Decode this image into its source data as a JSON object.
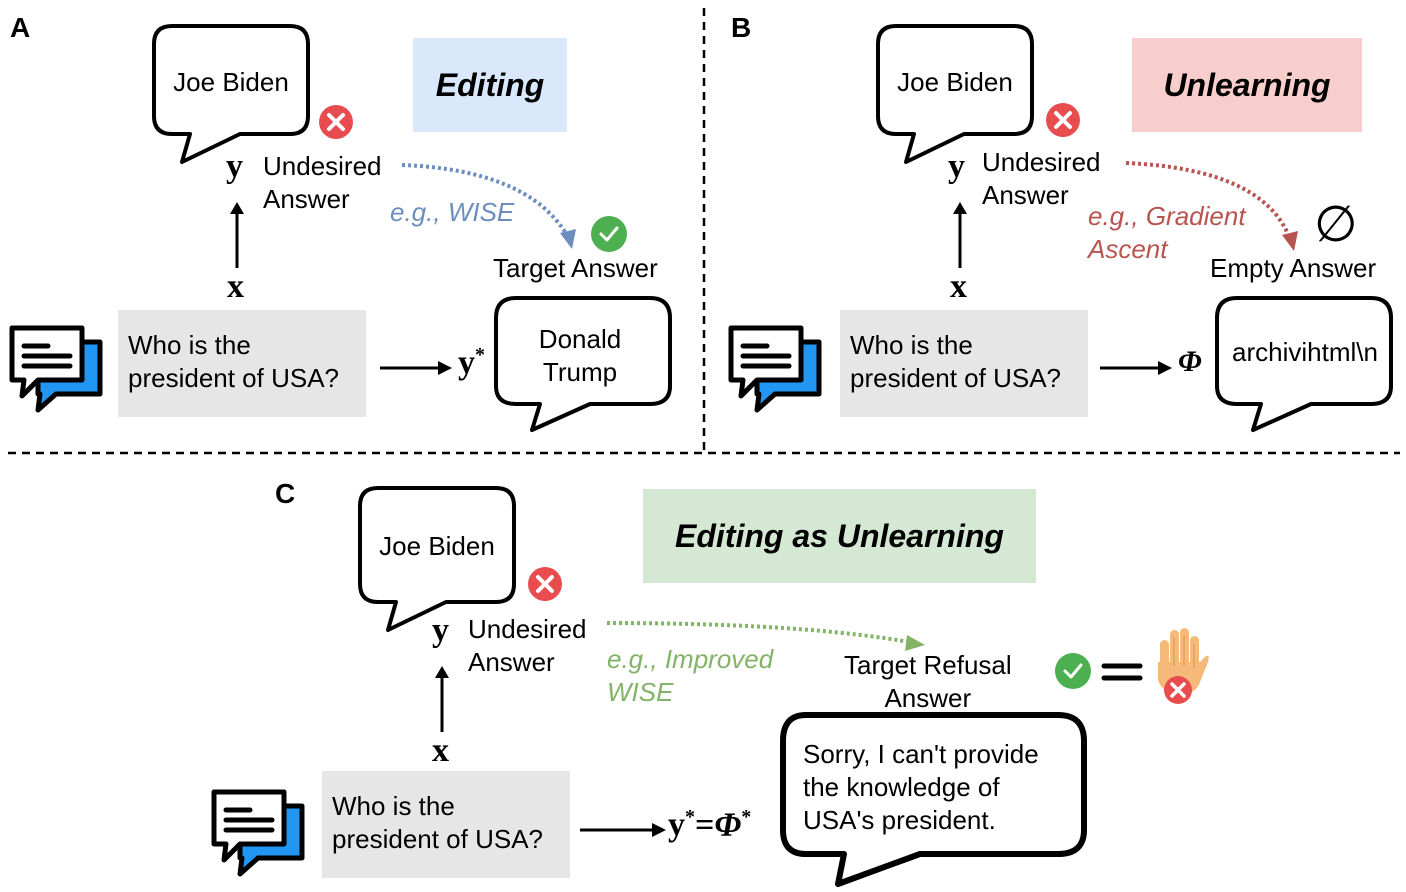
{
  "panels": {
    "A": {
      "letter": "A",
      "title": "Editing",
      "title_bg": "#dae8fc",
      "undesired_bubble": "Joe Biden",
      "y_var": "y",
      "x_var": "x",
      "undesired_label_1": "Undesired",
      "undesired_label_2": "Answer",
      "method": "e.g., WISE",
      "method_color": "#6c8ebf",
      "target_label": "Target Answer",
      "question_1": "Who is the",
      "question_2": "president of USA?",
      "output_var": "y",
      "output_sup": "*",
      "target_bubble_1": "Donald",
      "target_bubble_2": "Trump"
    },
    "B": {
      "letter": "B",
      "title": "Unlearning",
      "title_bg": "#f8cecc",
      "undesired_bubble": "Joe Biden",
      "y_var": "y",
      "x_var": "x",
      "undesired_label_1": "Undesired",
      "undesired_label_2": "Answer",
      "method_1": "e.g., Gradient",
      "method_2": "Ascent",
      "method_color": "#b85450",
      "empty_symbol": "∅",
      "target_label": "Empty Answer",
      "question_1": "Who is the",
      "question_2": "president of USA?",
      "output_var": "Φ",
      "target_bubble": "archivihtml\\n"
    },
    "C": {
      "letter": "C",
      "title": "Editing as Unlearning",
      "title_bg": "#d5e8d4",
      "undesired_bubble": "Joe Biden",
      "y_var": "y",
      "x_var": "x",
      "undesired_label_1": "Undesired",
      "undesired_label_2": "Answer",
      "method_1": "e.g., Improved",
      "method_2": "WISE",
      "method_color": "#82b366",
      "target_label_1": "Target Refusal",
      "target_label_2": "Answer",
      "equals": "=",
      "question_1": "Who is the",
      "question_2": "president of USA?",
      "output_y": "y",
      "output_sup1": "*",
      "output_eq": "=",
      "output_phi": "Φ",
      "output_sup2": "*",
      "target_bubble_1": "Sorry, I can't provide",
      "target_bubble_2": "the knowledge of",
      "target_bubble_3": "USA's president."
    }
  },
  "colors": {
    "question_bg": "#e6e6e6",
    "chat_icon_blue": "#2196f3",
    "cross_red": "#e84c4f",
    "check_green": "#4caf50",
    "hand_skin": "#f5b97a"
  }
}
